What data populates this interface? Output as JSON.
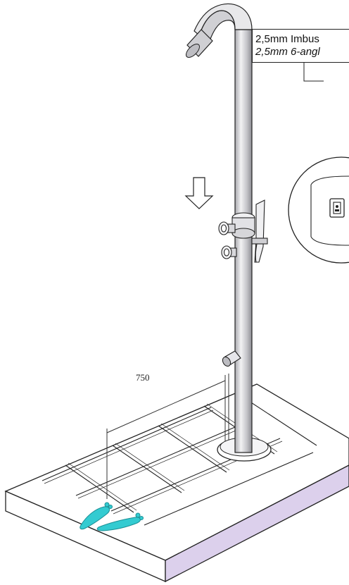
{
  "labels": {
    "tool_line1": "2,5mm Imbus",
    "tool_line2": "2,5mm 6-angl"
  },
  "dimension": {
    "value_text": "750"
  },
  "icons": [
    "down-arrow-icon",
    "footprints-icon",
    "control-panel-icon"
  ],
  "colors": {
    "base_side": "#dcd0ec",
    "footprint": "#33cbd1",
    "pole": "#c8c8cc",
    "outline": "#222222"
  }
}
